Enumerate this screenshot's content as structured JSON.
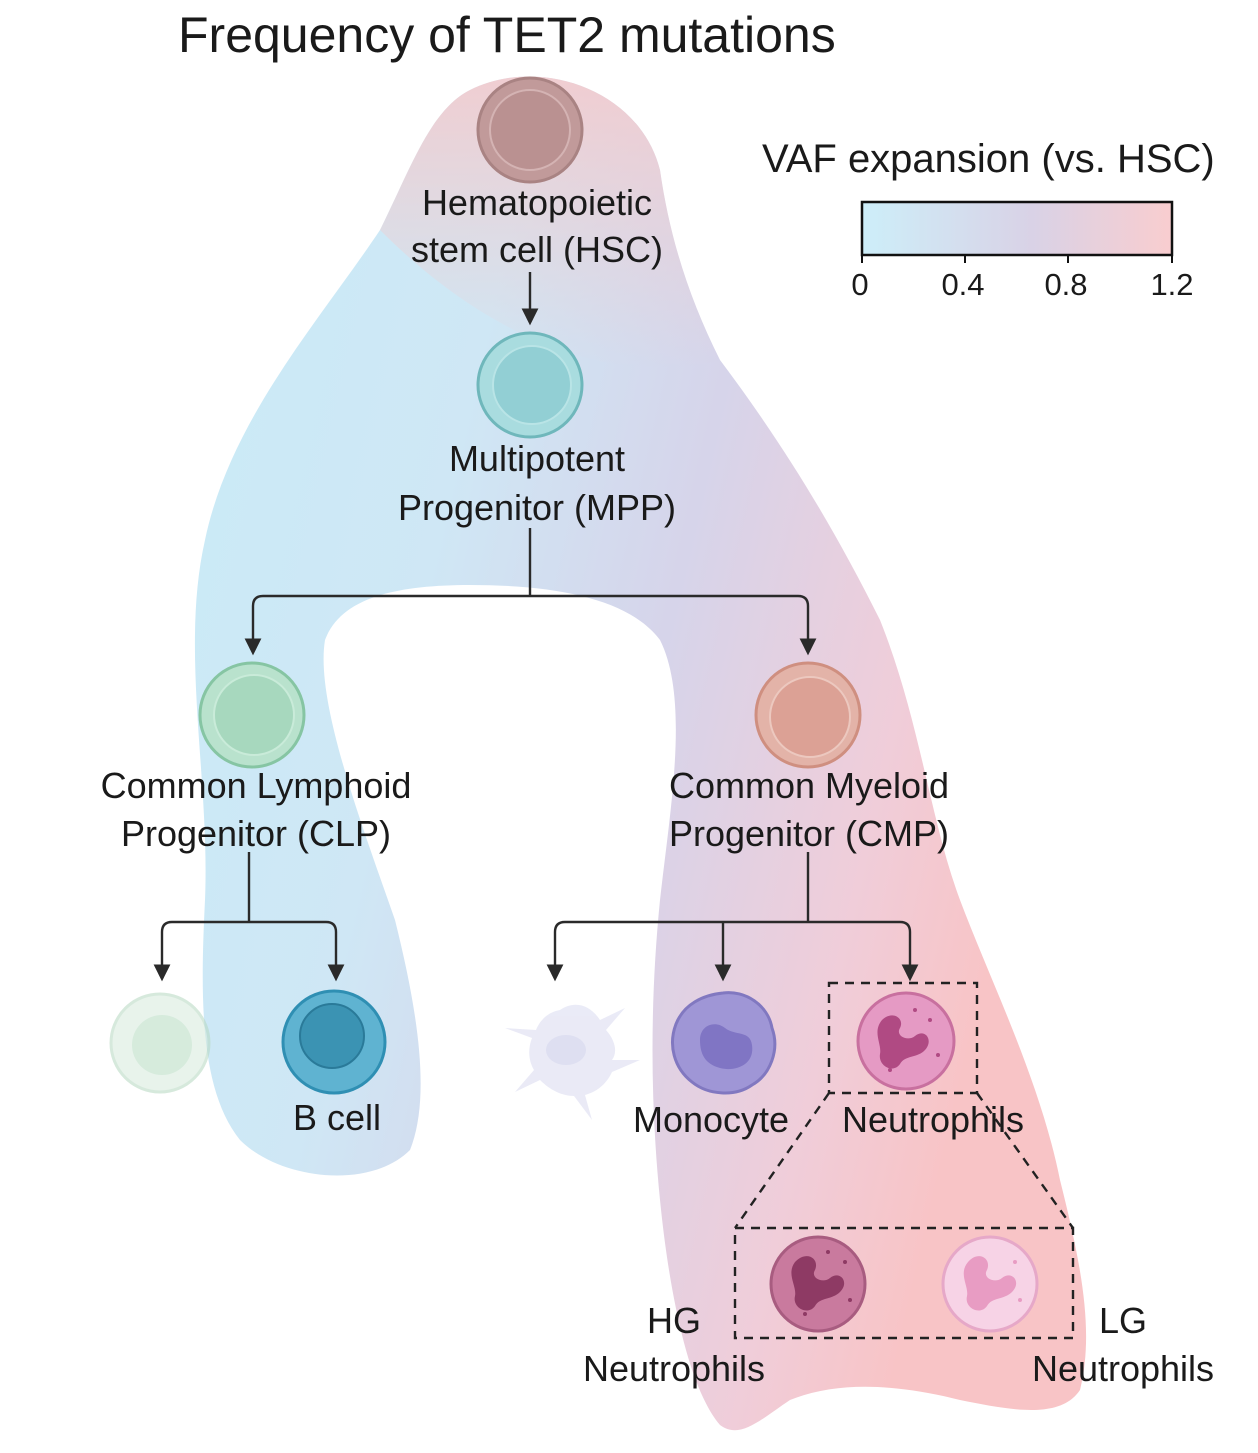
{
  "title": "Frequency of TET2 mutations",
  "legend": {
    "title": "VAF expansion (vs. HSC)",
    "ticks": [
      "0",
      "0.4",
      "0.8",
      "1.2"
    ],
    "color_low": "#cdeef9",
    "color_mid": "#d9d2e6",
    "color_high": "#f9cdcf"
  },
  "nodes": {
    "hsc": {
      "line1": "Hematopoietic",
      "line2": "stem cell (HSC)"
    },
    "mpp": {
      "line1": "Multipotent",
      "line2": "Progenitor (MPP)"
    },
    "clp": {
      "line1": "Common Lymphoid",
      "line2": "Progenitor (CLP)"
    },
    "cmp": {
      "line1": "Common Myeloid",
      "line2": "Progenitor (CMP)"
    },
    "bcell": {
      "label": "B cell"
    },
    "monocyte": {
      "label": "Monocyte"
    },
    "neutrophils": {
      "label": "Neutrophils"
    },
    "hg": {
      "line1": "HG",
      "line2": "Neutrophils"
    },
    "lg": {
      "line1": "LG",
      "line2": "Neutrophils"
    }
  }
}
